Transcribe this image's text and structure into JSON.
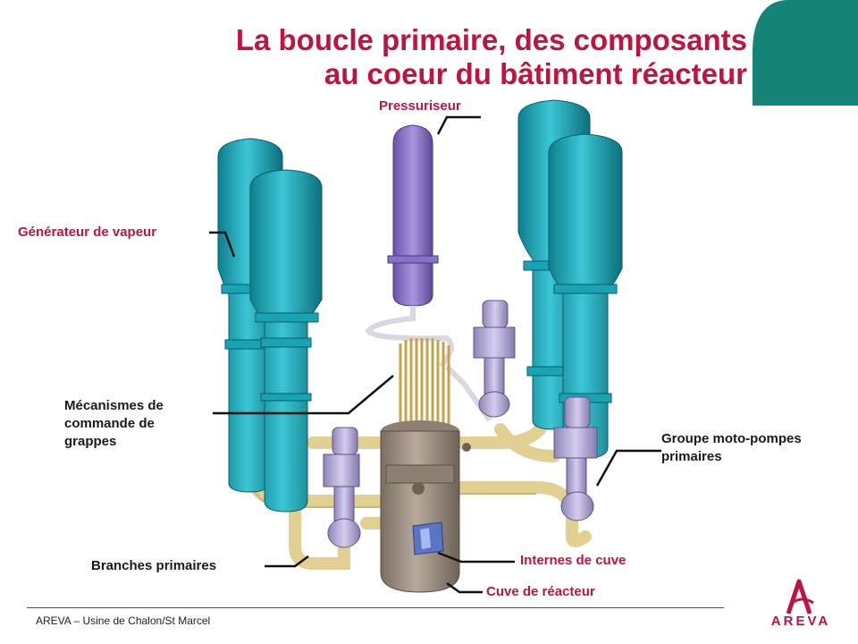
{
  "title": {
    "line1": "La boucle primaire, des composants",
    "line2": "au coeur du bâtiment réacteur"
  },
  "labels": {
    "pressuriseur": "Pressuriseur",
    "generateur": "Générateur de vapeur",
    "mecanismes": [
      "Mécanismes de",
      "commande de",
      "grappes"
    ],
    "groupe": [
      "Groupe moto-pompes",
      "primaires"
    ],
    "branches": "Branches primaires",
    "internes": "Internes de cuve",
    "cuve": "Cuve de réacteur"
  },
  "footer": "AREVA – Usine de Chalon/St Marcel",
  "logo": {
    "word": "AREVA"
  },
  "colors": {
    "accent_red": "#c0143c",
    "teal": "#1aa3b3",
    "purple": "#8a72c9",
    "tan": "#e2cf92",
    "vessel": "#9a8c80",
    "corner_green": "#138476"
  }
}
